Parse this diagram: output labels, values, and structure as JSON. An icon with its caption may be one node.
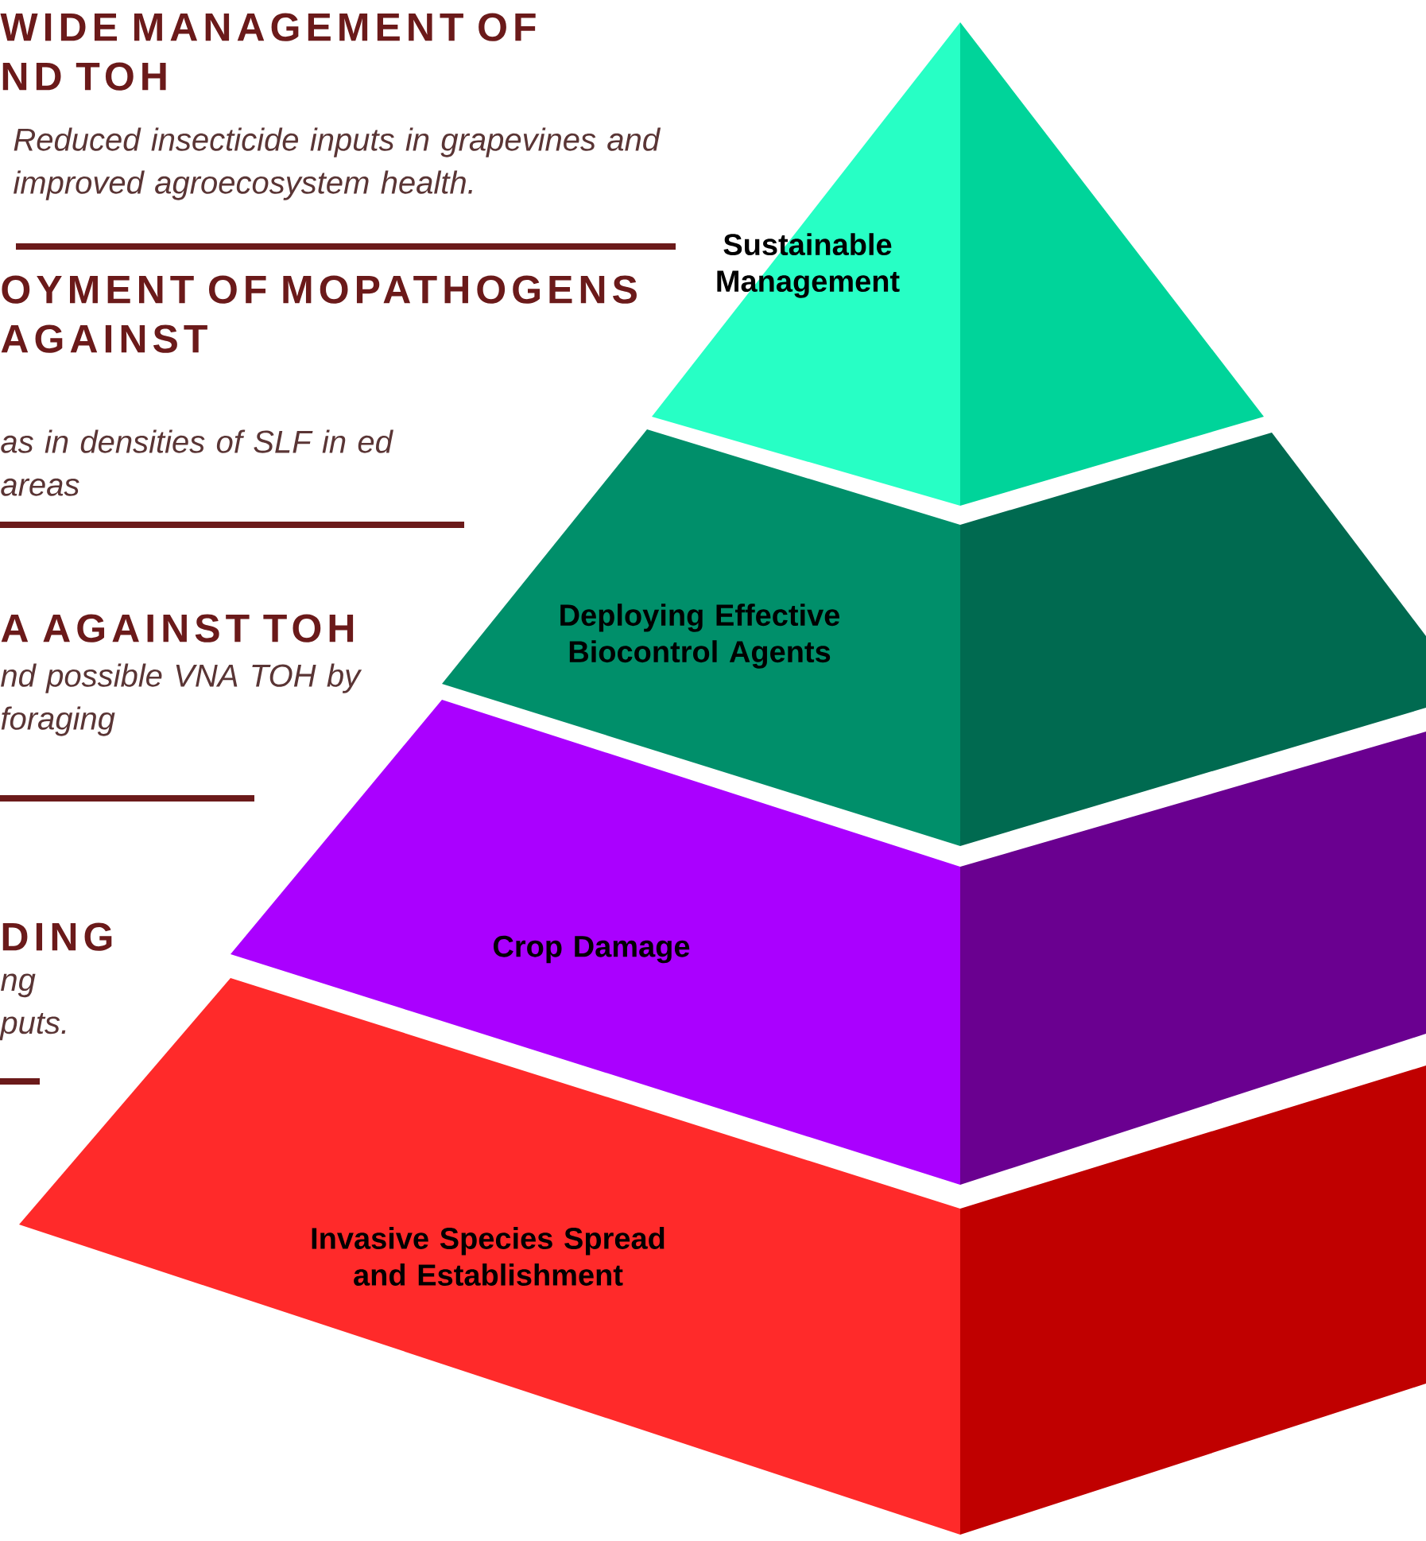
{
  "diagram": {
    "nodes": [
      {
        "text": [
          "Sustainable Management"
        ]
      },
      {
        "text": [
          "Deploying Effective Biocontrol Agents"
        ]
      },
      {
        "text": [
          "Crop Damage"
        ]
      },
      {
        "text": [
          "Invasive Species Spread and Establishment"
        ]
      }
    ],
    "labels": [
      "WIDE MANAGEMENT OF ND TOH",
      "Reduced insecticide inputs in grapevines and improved agroecosystem health.",
      "OYMENT OF MOPATHOGENS AGAINST",
      "as in densities of SLF in ed areas",
      "A AGAINST TOH",
      "nd possible VNA TOH by foraging",
      "DING",
      "ng puts."
    ]
  }
}
